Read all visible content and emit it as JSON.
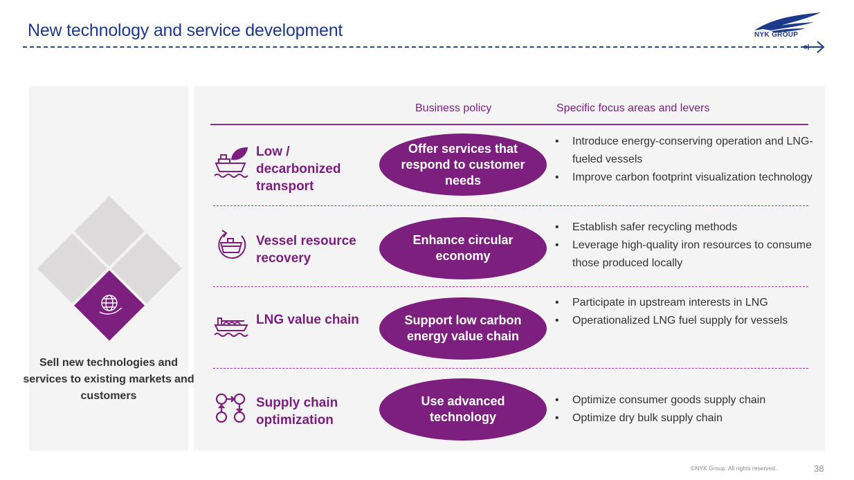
{
  "header": {
    "title": "New technology and service development",
    "logo_text": "NYK GROUP"
  },
  "left_panel": {
    "caption": "Sell new technologies and services to existing markets and customers",
    "highlight_icon": "globe-in-hand-icon",
    "colors": {
      "highlight": "#7d1f7f",
      "tiles": "#dcdadb"
    }
  },
  "columns": {
    "business_policy": "Business policy",
    "focus_areas": "Specific focus areas and levers"
  },
  "rows": [
    {
      "icon": "eco-ship-leaf-icon",
      "label": "Low / decarbonized transport",
      "policy": "Offer services that respond to customer needs",
      "levers": [
        "Introduce energy-conserving operation and LNG-fueled vessels",
        "Improve carbon footprint visualization technology"
      ]
    },
    {
      "icon": "ship-recycle-icon",
      "label": "Vessel resource recovery",
      "policy": "Enhance circular economy",
      "levers": [
        "Establish safer recycling methods",
        "Leverage high-quality iron resources to consume those produced locally"
      ]
    },
    {
      "icon": "lng-carrier-icon",
      "label": "LNG value chain",
      "policy": "Support low carbon energy value chain",
      "levers": [
        "Participate in upstream interests in LNG",
        "Operationalized LNG fuel supply for vessels"
      ]
    },
    {
      "icon": "supply-chain-cycle-icon",
      "label": "Supply chain optimization",
      "policy": "Use advanced technology",
      "levers": [
        "Optimize consumer goods supply chain",
        "Optimize dry bulk supply chain"
      ]
    }
  ],
  "footer": {
    "copyright": "©NYK Group. All rights reserved.",
    "page_number": "38"
  },
  "colors": {
    "title_blue": "#1c3a8c",
    "accent_purple": "#7d1f7f",
    "panel_bg": "#f4f4f4",
    "body_text": "#333333"
  }
}
